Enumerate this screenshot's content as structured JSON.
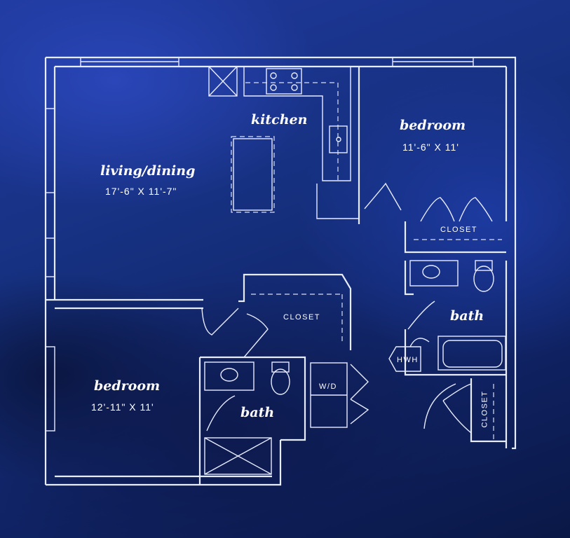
{
  "rooms": {
    "kitchen": {
      "name": "kitchen"
    },
    "living": {
      "name": "living/dining",
      "dims": "17'-6\" X 11'-7\""
    },
    "bedroom_upper": {
      "name": "bedroom",
      "dims": "11'-6\" X 11'"
    },
    "bedroom_lower": {
      "name": "bedroom",
      "dims": "12'-11\" X 11'"
    },
    "bath_upper": {
      "name": "bath"
    },
    "bath_lower": {
      "name": "bath"
    }
  },
  "fixtures": {
    "closet_upper_right": "CLOSET",
    "closet_center": "CLOSET",
    "closet_lower_right": "CLOSET",
    "washer_dryer": "W/D",
    "water_heater": "HWH"
  },
  "colors": {
    "background": "#14286b",
    "lines": "#e8ecff",
    "text": "#ffffff"
  }
}
